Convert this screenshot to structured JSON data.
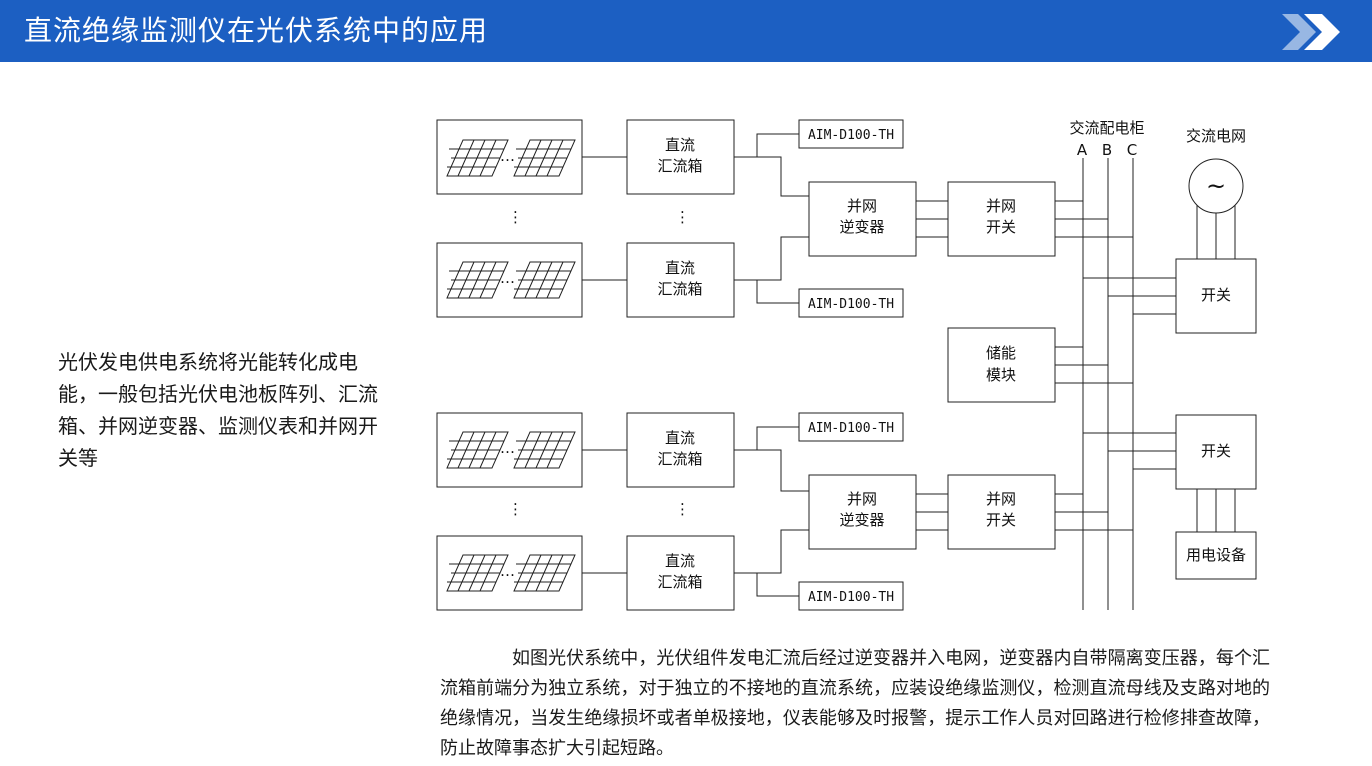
{
  "header": {
    "title": "直流绝缘监测仪在光伏系统中的应用",
    "color": "#1c5fc2"
  },
  "left_text": "光伏发电供电系统将光能转化成电能，一般包括光伏电池板阵列、汇流箱、并网逆变器、监测仪表和并网开关等",
  "bottom_text": "如图光伏系统中，光伏组件发电汇流后经过逆变器并入电网，逆变器内自带隔离变压器，每个汇流箱前端分为独立系统，对于独立的不接地的直流系统，应装设绝缘监测仪，检测直流母线及支路对地的绝缘情况，当发生绝缘损坏或者单极接地，仪表能够及时报警，提示工作人员对回路进行检修排查故障，防止故障事态扩大引起短路。",
  "diagram": {
    "combiner_line1": "直流",
    "combiner_line2": "汇流箱",
    "inverter_line1": "并网",
    "inverter_line2": "逆变器",
    "switch_line1": "并网",
    "switch_line2": "开关",
    "monitor": "AIM-D100-TH",
    "storage_line1": "储能",
    "storage_line2": "模块",
    "ac_cabinet": "交流配电柜",
    "phase_a": "A",
    "phase_b": "B",
    "phase_c": "C",
    "grid": "交流电网",
    "grid_symbol": "~",
    "switch": "开关",
    "load": "用电设备",
    "ellipsis_h": "…",
    "ellipsis_v": "⋮"
  }
}
